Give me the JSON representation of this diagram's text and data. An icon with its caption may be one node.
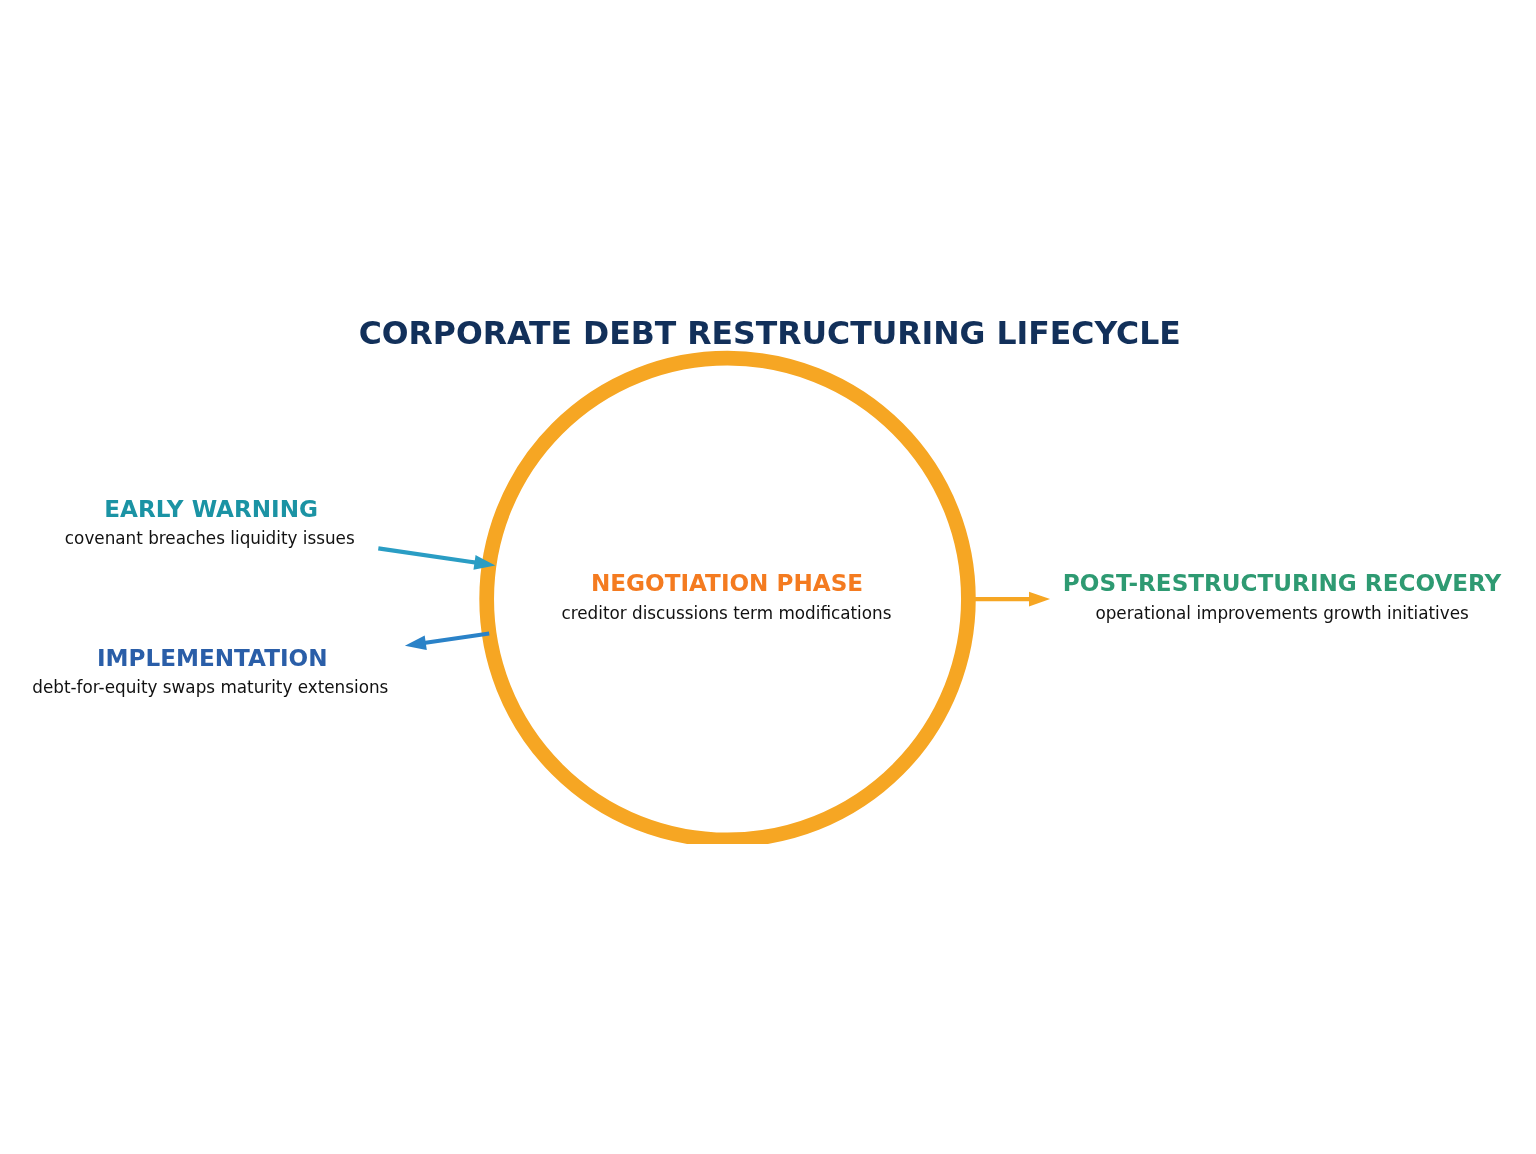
{
  "diagram": {
    "title": "CORPORATE DEBT RESTRUCTURING LIFECYCLE",
    "nodes": [
      {
        "text": [
          "EARLY WARNING",
          "covenant breaches liquidity issues"
        ]
      },
      {
        "text": [
          "NEGOTIATION PHASE",
          "creditor discussions term modifications"
        ]
      },
      {
        "text": [
          "POST-RESTRUCTURING RECOVERY",
          "operational improvements growth initiatives"
        ]
      },
      {
        "text": [
          "IMPLEMENTATION",
          "debt-for-equity swaps maturity extensions"
        ]
      }
    ],
    "edges": [
      {
        "from": 0,
        "to": 1,
        "arrow": "to",
        "color": "#2a9dc4"
      },
      {
        "from": 1,
        "to": 2,
        "arrow": "to",
        "color": "#f6a623"
      },
      {
        "from": 1,
        "to": 3,
        "arrow": "to",
        "color": "#2a82c8"
      }
    ]
  }
}
